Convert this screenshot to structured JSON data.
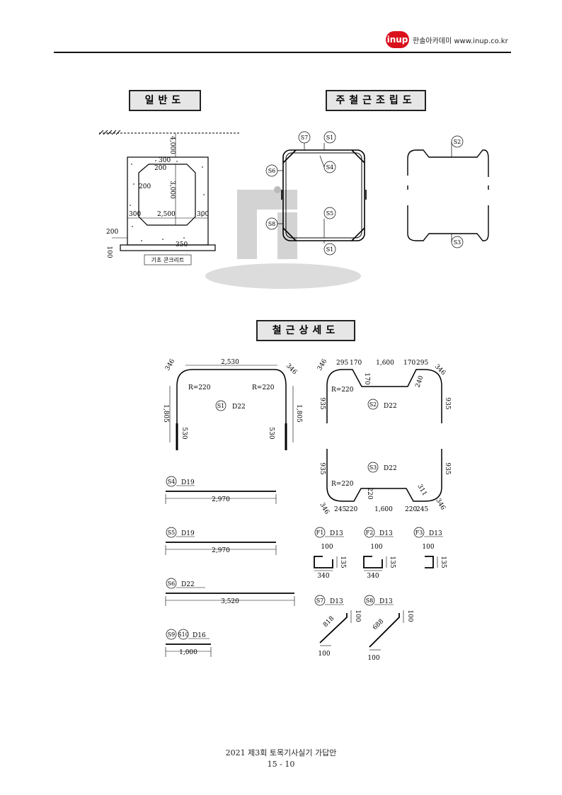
{
  "header": {
    "logo": "inup",
    "brand": "한솔아카데미 www.inup.co.kr"
  },
  "titles": {
    "general": "일반도",
    "main_rebar": "주철근조립도",
    "rebar_detail": "철근상세도"
  },
  "general_drawing": {
    "dims": [
      "4,000",
      "300",
      "200",
      "200",
      "3,000",
      "300",
      "2,500",
      "300",
      "200",
      "100",
      "350"
    ],
    "foundation_label": "기초 콘크리트"
  },
  "assembly": {
    "marks": [
      "S7",
      "S1",
      "S4",
      "S6",
      "S5",
      "S8",
      "S1",
      "S2",
      "S3"
    ]
  },
  "details": {
    "s1": {
      "mark": "S1",
      "size": "D22",
      "top": "2,530",
      "corner_l": "346",
      "corner_r": "346",
      "radius_l": "R=220",
      "radius_r": "R=220",
      "leg_l": "1,805",
      "leg_r": "1,805",
      "end_l": "530",
      "end_r": "530"
    },
    "s2": {
      "mark": "S2",
      "size": "D22",
      "dims": [
        "346",
        "295",
        "170",
        "1,600",
        "170",
        "295",
        "346"
      ],
      "rise": "170",
      "slope": "240",
      "radius": "R=220",
      "leg_l": "935",
      "leg_r": "935"
    },
    "s3": {
      "mark": "S3",
      "size": "D22",
      "leg_l": "935",
      "leg_r": "935",
      "radius": "R=220",
      "rise": "220",
      "slope": "311",
      "dims": [
        "346",
        "245",
        "220",
        "1,600",
        "220",
        "245",
        "346"
      ]
    },
    "s4": {
      "mark": "S4",
      "size": "D19",
      "length": "2,970"
    },
    "s5": {
      "mark": "S5",
      "size": "D19",
      "length": "2,970"
    },
    "s6": {
      "mark": "S6",
      "size": "D22",
      "length": "3,520"
    },
    "s9s10": {
      "mark_a": "S9",
      "mark_b": "S10",
      "size": "D16",
      "length": "1,000"
    },
    "f1": {
      "mark": "F1",
      "size": "D13",
      "top": "100",
      "height": "135",
      "bottom": "340"
    },
    "f2": {
      "mark": "F2",
      "size": "D13",
      "top": "100",
      "height": "135",
      "bottom": "340"
    },
    "f3": {
      "mark": "F3",
      "size": "D13",
      "top": "100",
      "height": "135"
    },
    "s7": {
      "mark": "S7",
      "size": "D13",
      "diag": "818",
      "hook": "100",
      "base": "100"
    },
    "s8": {
      "mark": "S8",
      "size": "D13",
      "diag": "688",
      "hook": "100",
      "base": "100"
    }
  },
  "footer": {
    "exam": "2021 제3회 토목기사실기 가답안",
    "page": "15 - 10"
  }
}
